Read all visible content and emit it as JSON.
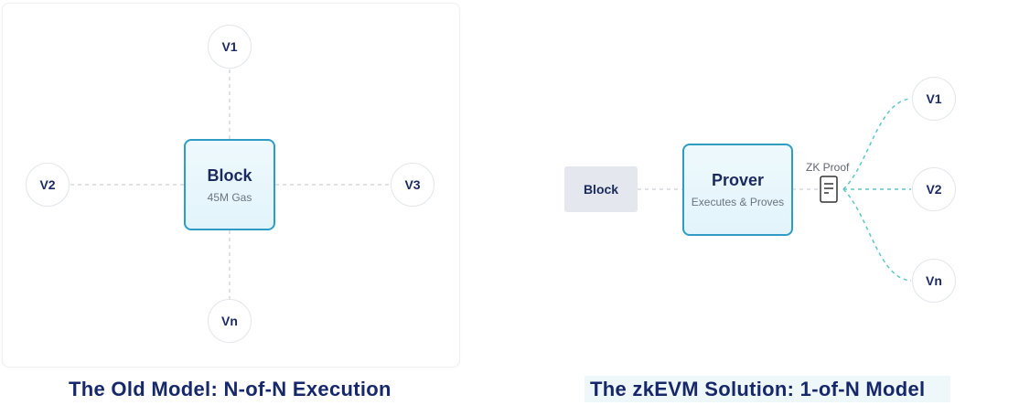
{
  "old_model": {
    "title": "The Old Model: N-of-N Execution",
    "block": {
      "label": "Block",
      "sublabel": "45M Gas"
    },
    "validators": [
      "V1",
      "V2",
      "V3",
      "Vn"
    ]
  },
  "zkevm_model": {
    "title": "The zkEVM Solution: 1-of-N Model",
    "block": {
      "label": "Block"
    },
    "prover": {
      "label": "Prover",
      "sublabel": "Executes & Proves"
    },
    "proof": {
      "label": "ZK Proof",
      "icon": "document-icon"
    },
    "validators": [
      "V1",
      "V2",
      "Vn"
    ]
  },
  "colors": {
    "accent": "#2e9cc4",
    "title": "#16286a",
    "proof_link": "#5cc6c6",
    "dashed": "#d5d9de"
  }
}
